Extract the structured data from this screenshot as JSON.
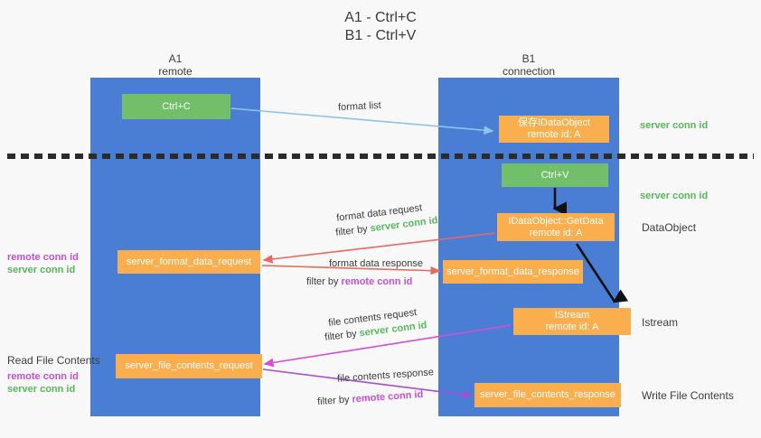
{
  "title": "A1 - Ctrl+C\nB1 - Ctrl+V",
  "lanes": [
    {
      "id": "a1",
      "header": "A1\nremote"
    },
    {
      "id": "b1",
      "header": "B1\nconnection"
    }
  ],
  "nodes": {
    "ctrl_c": "Ctrl+C",
    "save_dataobject": "保存IDataObject\nremote id: A",
    "ctrl_v": "Ctrl+V",
    "getdata": "IDataObject::GetData\nremote id: A",
    "server_format_data_request": "server_format_data_request",
    "server_format_data_response": "server_format_data_response",
    "istream": "IStream\nremote id: A",
    "server_file_contents_request": "server_file_contents_request",
    "server_file_contents_response": "server_file_contents_response"
  },
  "edge_labels": {
    "format_list": "format list",
    "format_data_request": "format data request",
    "filter_by": "filter by ",
    "server_conn_id": "server conn id",
    "remote_conn_id": "remote conn id",
    "format_data_response": "format data response",
    "file_contents_request": "file contents request",
    "file_contents_response": "file contents response"
  },
  "annotations": {
    "right_server_conn_id_top": "server conn id",
    "right_server_conn_id_mid": "server conn id",
    "dataobject": "DataObject",
    "istream": "Istream",
    "write_file_contents": "Write File Contents",
    "read_file_contents": "Read File Contents",
    "remote_conn_id": "remote conn id",
    "server_conn_id": "server conn id"
  },
  "colors": {
    "lane": "#4a7ed4",
    "green_node": "#72bf6a",
    "orange_node": "#fbae4d",
    "green_text": "#57b85a",
    "purple_text": "#c44fd4",
    "arrow_blue": "#8ec4e8",
    "arrow_red": "#e8695f",
    "arrow_magenta": "#d44fd4",
    "arrow_purple": "#a34fd4",
    "arrow_black": "#111111",
    "background": "#f8f8f8"
  }
}
